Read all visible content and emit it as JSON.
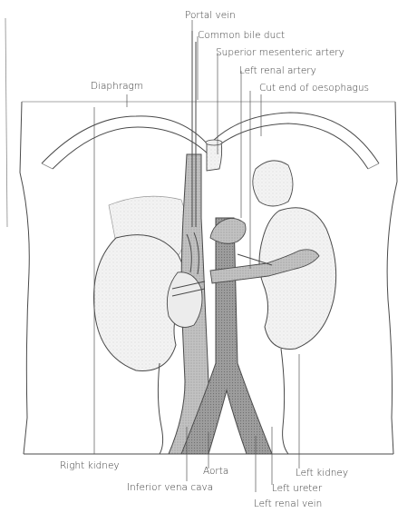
{
  "labels": {
    "portal_vein": "Portal vein",
    "common_bile_duct": "Common bile duct",
    "superior_mesenteric_artery": "Superior mesenteric artery",
    "left_renal_artery": "Left renal artery",
    "diaphragm": "Diaphragm",
    "cut_end_oesophagus": "Cut end of oesophagus",
    "right_kidney": "Right kidney",
    "aorta": "Aorta",
    "left_kidney": "Left kidney",
    "inferior_vena_cava": "Inferior vena cava",
    "left_ureter": "Left ureter",
    "left_renal_vein": "Left renal vein"
  },
  "colors": {
    "vessel_shade": "#b9b9b9",
    "aorta_shade": "#8e8e8e",
    "organ_shade": "#e6e6e6",
    "ink": "#4a4a4a"
  }
}
